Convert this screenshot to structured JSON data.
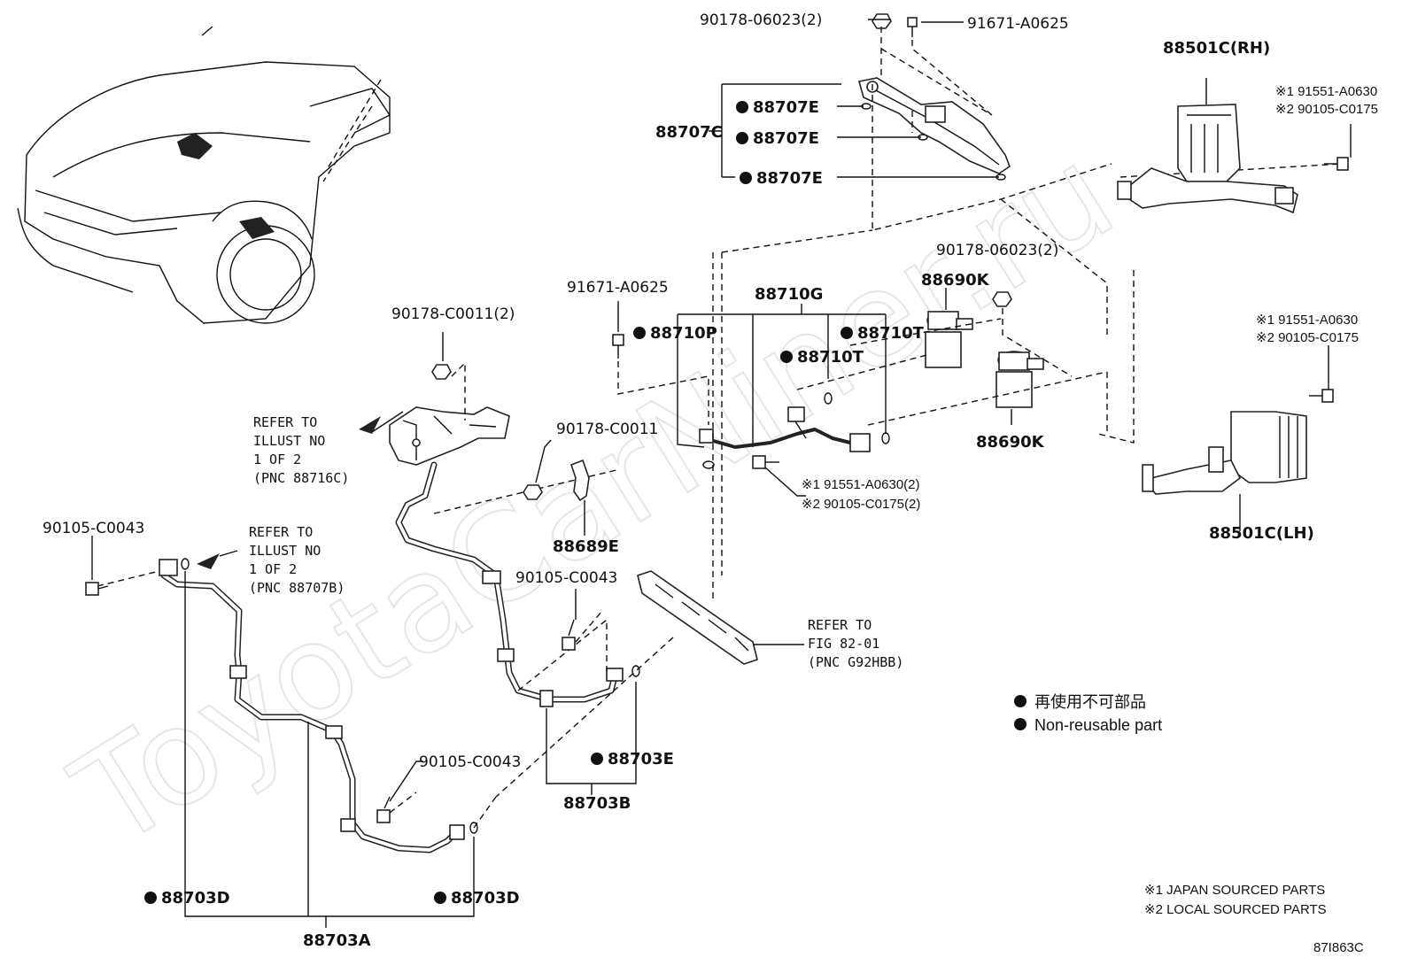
{
  "watermark": "ToyotaCarNiner.ru",
  "diagram_code": "87I863C",
  "legend": {
    "line_jp": "再使用不可部品",
    "line_en": "Non-reusable part"
  },
  "footnotes": {
    "note1": "※1 JAPAN SOURCED PARTS",
    "note2": "※2 LOCAL SOURCED PARTS"
  },
  "refer": {
    "r1": {
      "l1": "REFER TO",
      "l2": "ILLUST NO",
      "l3": "1 OF 2",
      "l4": "(PNC 88716C)"
    },
    "r2": {
      "l1": "REFER TO",
      "l2": "ILLUST NO",
      "l3": "1 OF 2",
      "l4": "(PNC 88707B)"
    },
    "r3": {
      "l1": "REFER TO",
      "l2": "FIG 82-01",
      "l3": "(PNC G92HBB)"
    }
  },
  "labels": {
    "p90178_06023_top": "90178-06023(2)",
    "p91671_A0625_top": "91671-A0625",
    "p88501C_RH": "88501C(RH)",
    "p91551_A0630_rh": "※1 91551-A0630",
    "p90105_C0175_rh": "※2 90105-C0175",
    "p88707E_1": "88707E",
    "p88707E_2": "88707E",
    "p88707E_3": "88707E",
    "p88707C": "88707C",
    "p90178_06023_mid": "90178-06023(2)",
    "p88690K_top": "88690K",
    "p88690K_bot": "88690K",
    "p91671_A0625_mid": "91671-A0625",
    "p88710G": "88710G",
    "p88710P": "88710P",
    "p88710T_1": "88710T",
    "p88710T_2": "88710T",
    "p91551_A0630_lh": "※1 91551-A0630",
    "p90105_C0175_lh": "※2 90105-C0175",
    "p88501C_LH": "88501C(LH)",
    "p90178_C0011_2": "90178-C0011(2)",
    "p90178_C0011": "90178-C0011",
    "p88689E": "88689E",
    "p91551_A0630_2": "※1 91551-A0630(2)",
    "p90105_C0175_2": "※2 90105-C0175(2)",
    "p90105_C0043_left": "90105-C0043",
    "p90105_C0043_mid": "90105-C0043",
    "p90105_C0043_low": "90105-C0043",
    "p88703E": "88703E",
    "p88703B": "88703B",
    "p88703D_left": "88703D",
    "p88703D_right": "88703D",
    "p88703A": "88703A"
  }
}
